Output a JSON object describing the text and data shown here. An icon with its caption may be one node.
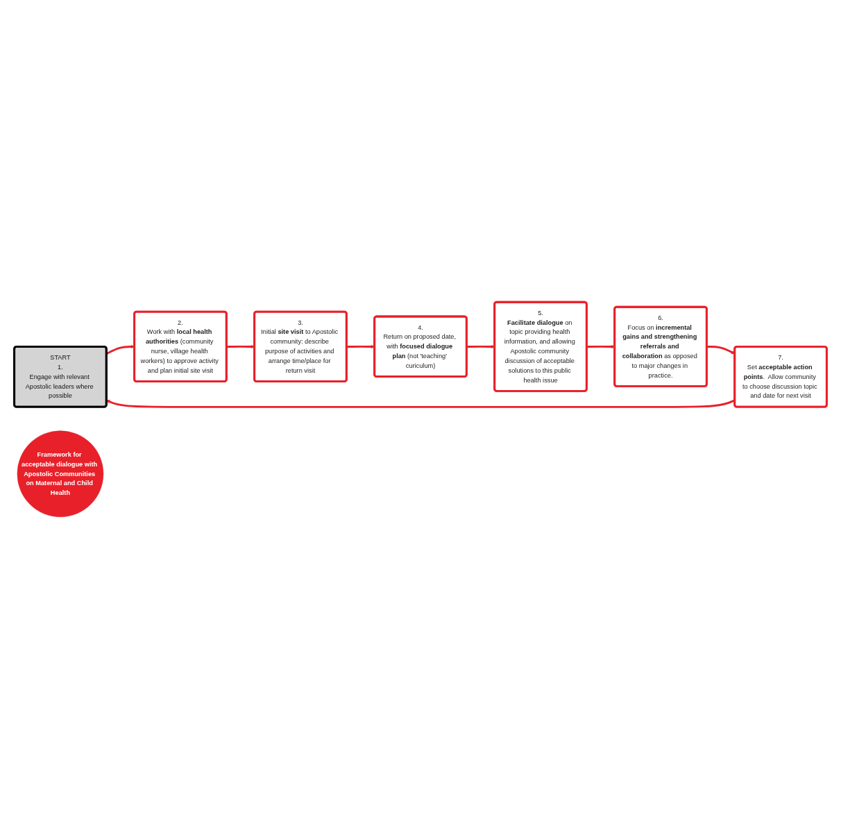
{
  "diagram": {
    "nodes": [
      {
        "text": [
          "START",
          "1.",
          "Engage with relevant Apostolic leaders where possible"
        ]
      },
      {
        "text": [
          "2.",
          "Work with **local health authorities** (community nurse, village health workers) to approve activity and plan initial site visit"
        ]
      },
      {
        "text": [
          "3.",
          "Initial **site visit** to Apostolic community: describe purpose of activities and arrange time/place for return visit"
        ]
      },
      {
        "text": [
          "4.",
          "Return on proposed date, with **focused dialogue plan** (not 'teaching' curiculum)"
        ]
      },
      {
        "text": [
          "5.",
          "**Facilitate dialogue** on topic providing health information, and allowing Apostolic community discussion of acceptable solutions to this public health issue"
        ]
      },
      {
        "text": [
          "6.",
          "Focus on **incremental gains and strengthening referrals and collaboration** as opposed to major changes in practice."
        ]
      },
      {
        "text": [
          "7.",
          "Set **acceptable action points**.  Allow community to choose discussion topic and date for next visit"
        ]
      },
      {
        "text": [
          "Framework for acceptable dialogue with Apostolic Communities on Maternal and Child Health"
        ]
      }
    ],
    "edges": [
      {
        "from": 0,
        "to": 1,
        "arrow": "to"
      },
      {
        "from": 1,
        "to": 2,
        "arrow": "to"
      },
      {
        "from": 2,
        "to": 3,
        "arrow": "to"
      },
      {
        "from": 3,
        "to": 4,
        "arrow": "to"
      },
      {
        "from": 4,
        "to": 5,
        "arrow": "to"
      },
      {
        "from": 5,
        "to": 6,
        "arrow": "to"
      },
      {
        "from": 6,
        "to": 0,
        "arrow": "to"
      }
    ]
  }
}
